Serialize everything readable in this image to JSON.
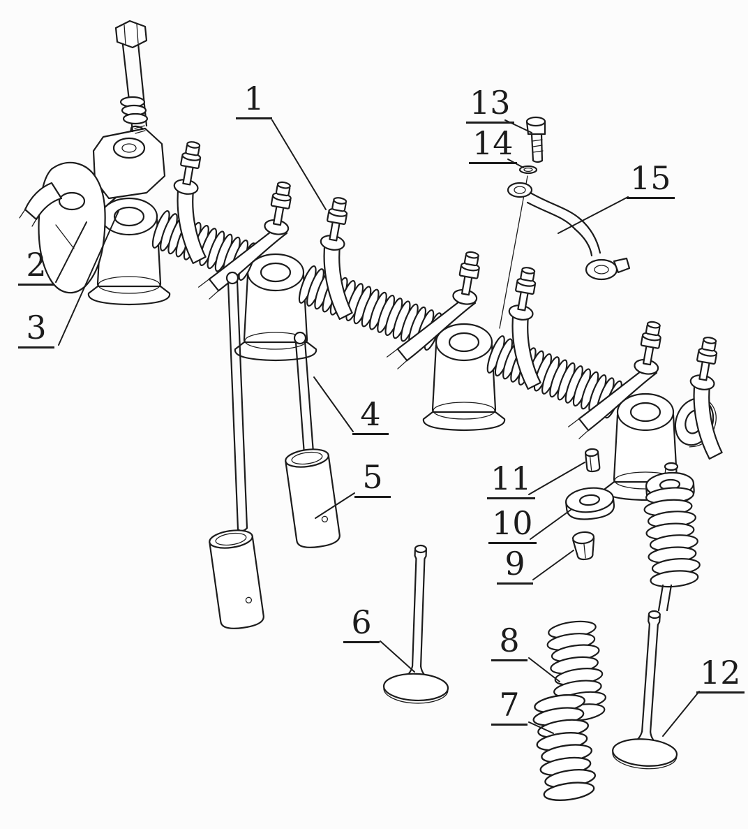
{
  "colors": {
    "background": "#fcfcfc",
    "ink": "#1c1c1c"
  },
  "part_labels": [
    {
      "number": "1"
    },
    {
      "number": "2"
    },
    {
      "number": "3"
    },
    {
      "number": "4"
    },
    {
      "number": "5"
    },
    {
      "number": "6"
    },
    {
      "number": "7"
    },
    {
      "number": "8"
    },
    {
      "number": "9"
    },
    {
      "number": "10"
    },
    {
      "number": "11"
    },
    {
      "number": "12"
    },
    {
      "number": "13"
    },
    {
      "number": "14"
    },
    {
      "number": "15"
    }
  ]
}
